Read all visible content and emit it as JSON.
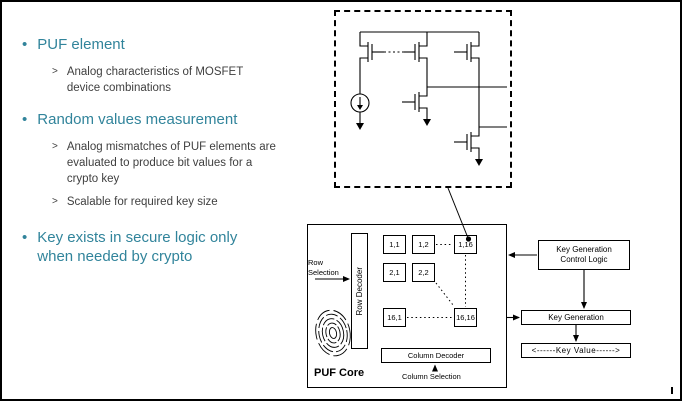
{
  "colors": {
    "accent": "#31849B",
    "body_text": "#3F3F3F",
    "line": "#000000",
    "background": "#FFFFFF"
  },
  "markers": {
    "bullet": "•",
    "sub": ">"
  },
  "bullets": [
    {
      "label": "PUF element",
      "subs": [
        "Analog characteristics of MOSFET device combinations"
      ]
    },
    {
      "label": "Random values measurement",
      "subs": [
        "Analog mismatches of PUF elements are evaluated to produce bit values for a crypto key",
        "Scalable for required key size"
      ]
    },
    {
      "label": "Key exists in secure logic only when needed by crypto",
      "subs": []
    }
  ],
  "icons": {
    "fingerprint": "fingerprint-icon",
    "schematic": "mosfet-circuit-schematic"
  },
  "block_diagram": {
    "puf_core": "PUF Core",
    "row_decoder": "Row Decoder",
    "column_decoder": "Column Decoder",
    "row_selection": "Row Selection",
    "column_selection": "Column Selection",
    "cells": [
      "1,1",
      "1,2",
      "1,16",
      "2,1",
      "2,2",
      "16,1",
      "16,16"
    ],
    "key_generation_control": "Key Generation Control Logic",
    "key_generation": "Key Generation",
    "key_value": "<------Key Value------>"
  }
}
